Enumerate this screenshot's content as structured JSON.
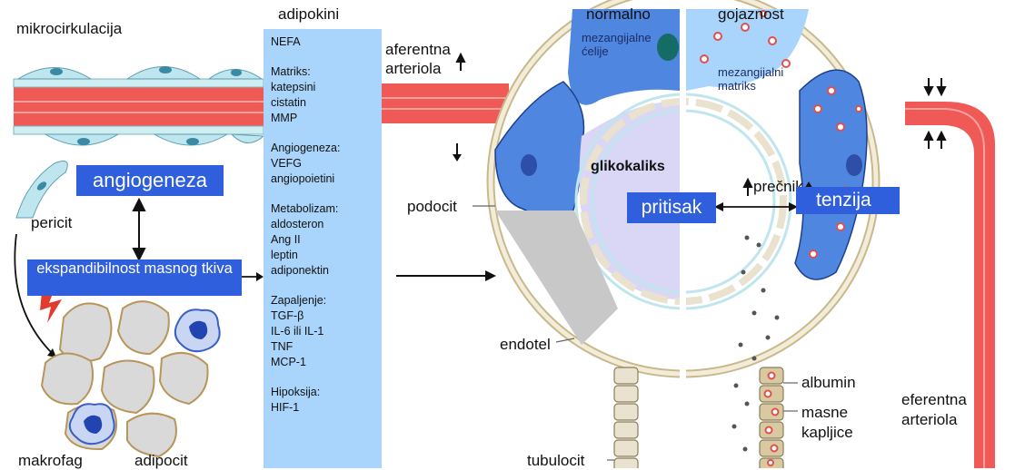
{
  "labels": {
    "mikrocirkulacija": "mikrocirkulacija",
    "adipokini": "adipokini",
    "aferentna_arteriola": "aferentna arteriola",
    "normalno": "normalno",
    "gojaznost": "gojaznost",
    "mezangijalne_celije": "mezangijalne ćelije",
    "mezangijalni_matriks": "mezangijalni matriks",
    "glikokaliks": "glikokaliks",
    "podocit": "podocit",
    "precnik": "prečnik",
    "endotel": "endotel",
    "tubulocit": "tubulocit",
    "albumin": "albumin",
    "masne_kapljice": "masne kapljice",
    "eferentna_arteriola": "eferentna arteriola",
    "pericit": "pericit",
    "makrofag": "makrofag",
    "adipocit": "adipocit"
  },
  "boxes": {
    "angiogeneza": "angiogeneza",
    "ekspandibilnost": "ekspandibilnost masnog tkiva",
    "pritisak": "pritisak",
    "tenzija": "tenzija"
  },
  "adipokine_groups": [
    {
      "title": "NEFA",
      "items": []
    },
    {
      "title": "Matriks:",
      "items": [
        "katepsini",
        "cistatin",
        "MMP"
      ]
    },
    {
      "title": "Angiogeneza:",
      "items": [
        "VEFG",
        "angiopoietini"
      ]
    },
    {
      "title": "Metabolizam:",
      "items": [
        "aldosteron",
        "Ang II",
        "leptin",
        "adiponektin"
      ]
    },
    {
      "title": "Zapaljenje:",
      "items": [
        "TGF-β",
        "IL-6 ili IL-1",
        "TNF",
        "MCP-1"
      ]
    },
    {
      "title": "Hipoksija:",
      "items": [
        "HIF-1"
      ]
    }
  ],
  "colors": {
    "vessel_red": "#ef5a57",
    "box_blue": "#2f5fdc",
    "panel_blue": "#a9d4fb",
    "mesangial_blue": "#4f86df",
    "glycocalyx_lilac": "#d9d6f6",
    "tubule_tan": "#e9e2cf",
    "cell_teal": "#bfe6ee"
  }
}
